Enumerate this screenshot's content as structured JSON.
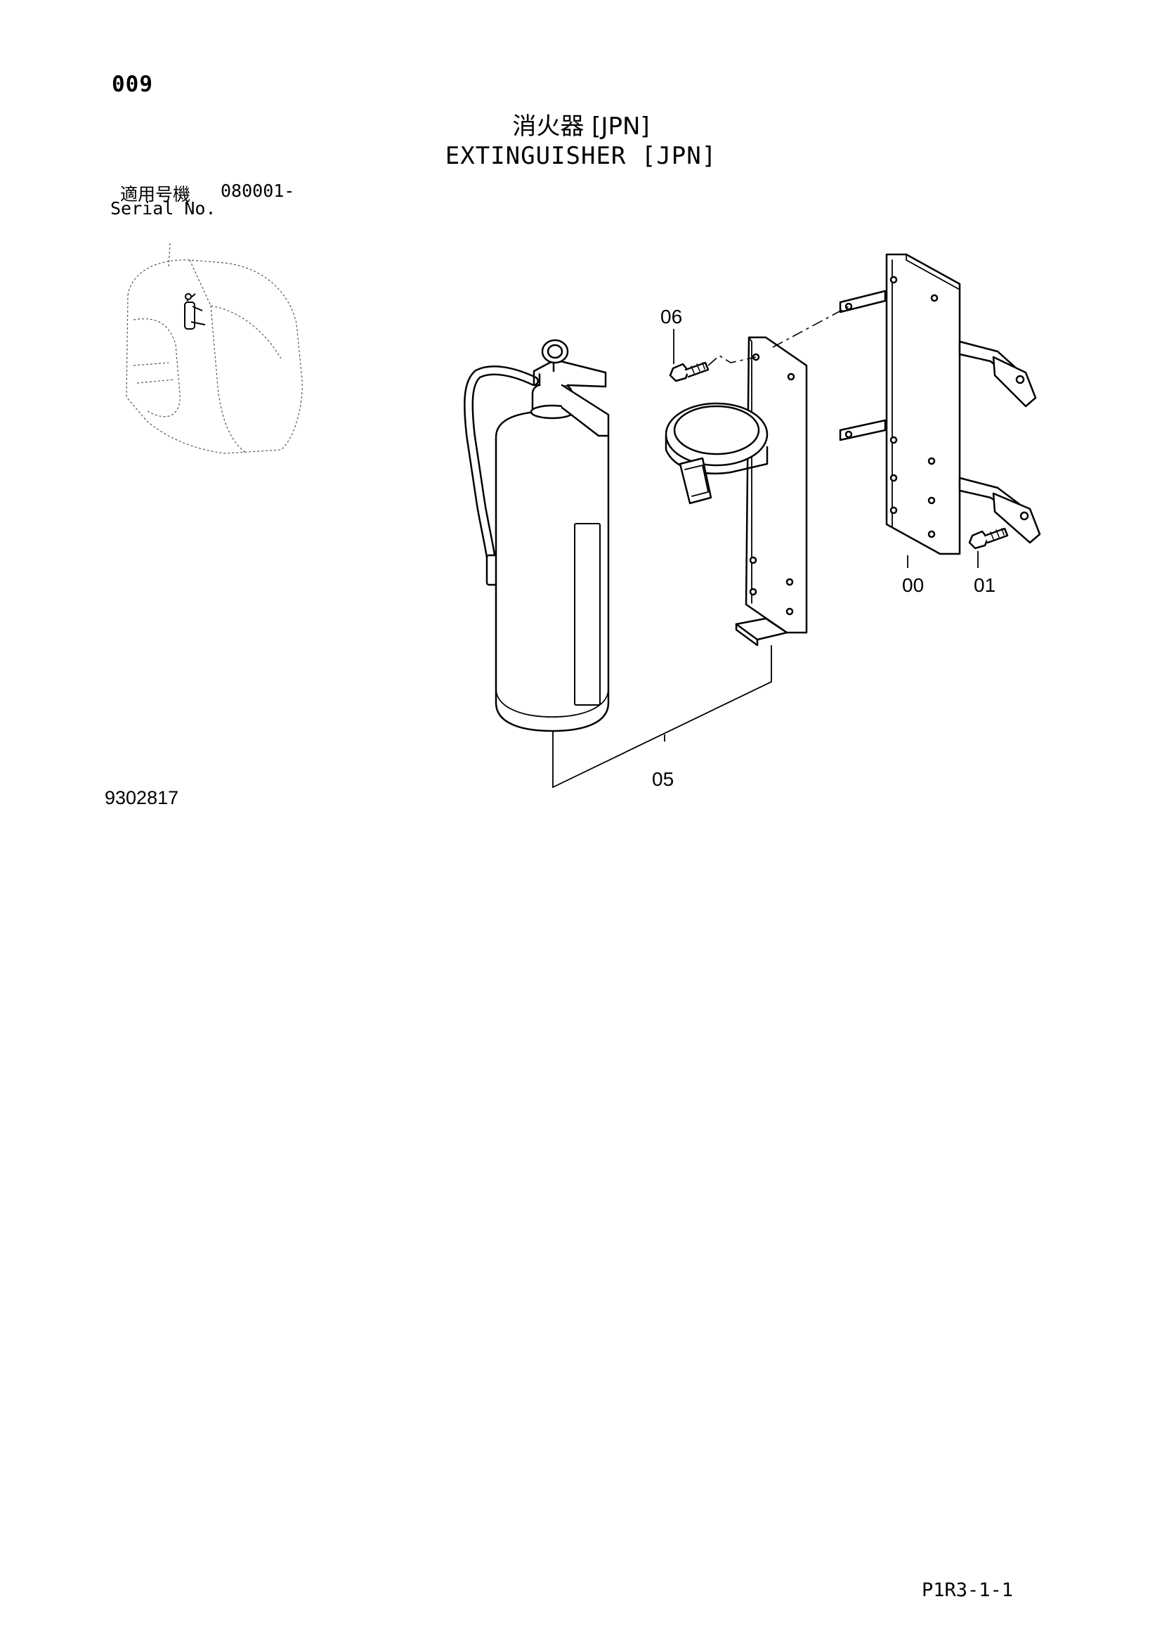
{
  "header": {
    "page_number": "009",
    "title_ja": "消火器 [JPN]",
    "title_en": "EXTINGUISHER [JPN]"
  },
  "applicability": {
    "label_ja": "適用号機",
    "serial_range": "080001-",
    "label_en": "Serial No."
  },
  "callouts": [
    {
      "id": "00"
    },
    {
      "id": "01"
    },
    {
      "id": "05"
    },
    {
      "id": "06"
    }
  ],
  "footer": {
    "drawing_number": "9302817",
    "sheet_reference": "P1R3-1-1"
  }
}
